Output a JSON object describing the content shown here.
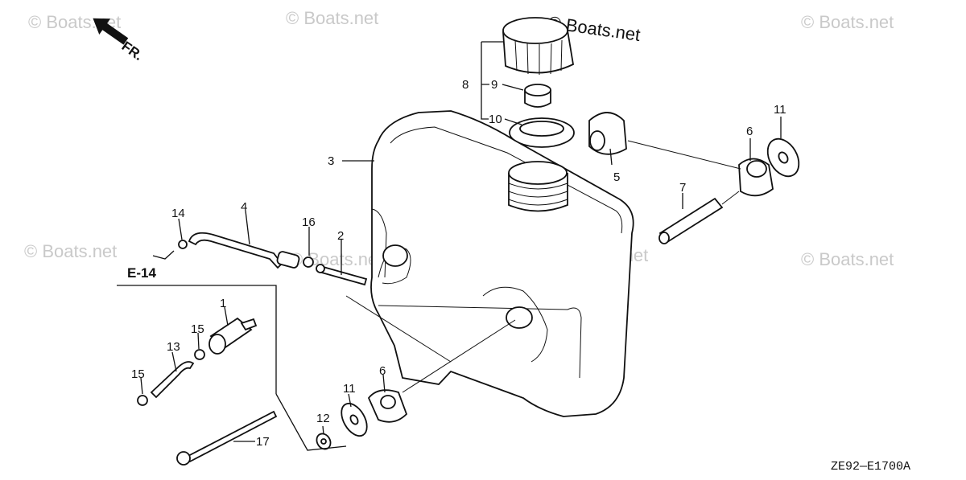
{
  "watermark": "© Boats.net",
  "header_watermark": "© Boats.net",
  "direction_label": "FR.",
  "reference": "E-14",
  "diagram_code": "ZE92—E1700A",
  "callouts": {
    "c1": "1",
    "c2": "2",
    "c3": "3",
    "c4": "4",
    "c5": "5",
    "c6a": "6",
    "c6b": "6",
    "c7": "7",
    "c8": "8",
    "c9": "9",
    "c10": "10",
    "c11a": "11",
    "c11b": "11",
    "c12": "12",
    "c13": "13",
    "c14": "14",
    "c15a": "15",
    "c15b": "15",
    "c16": "16",
    "c17": "17"
  }
}
